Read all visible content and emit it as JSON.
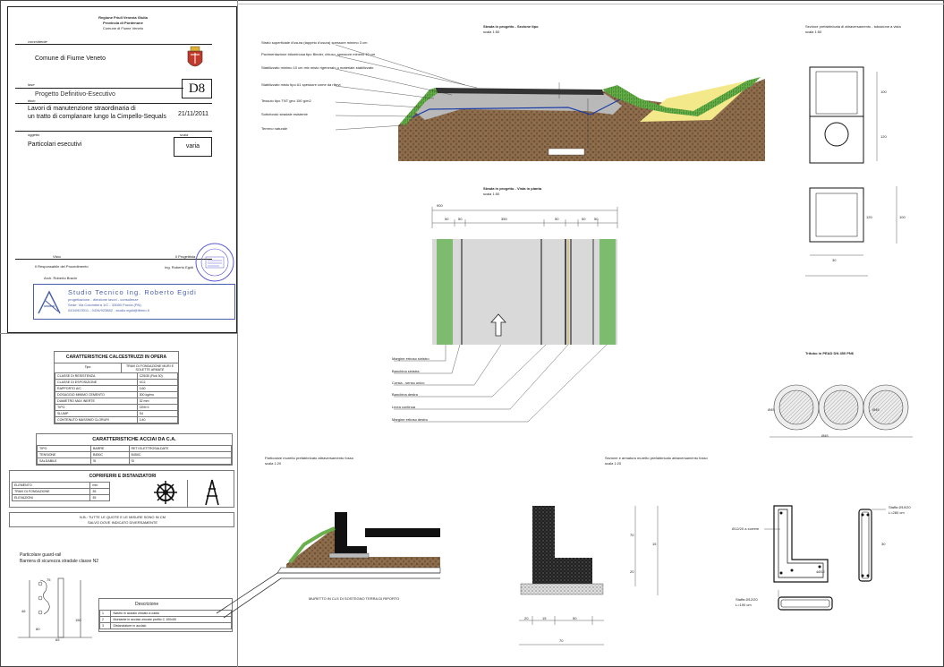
{
  "titleblock": {
    "region": "Regione Friuli Venezia Giulia",
    "province": "Provincia di Pordenone",
    "municipality_header": "Comune di Fiume Veneto",
    "client_label": "committente",
    "client": "Comune di Fiume Veneto",
    "phase_label": "fase",
    "phase": "Progetto Definitivo-Esecutivo",
    "sheet_no": "D8",
    "title_label": "titolo",
    "title_line1": "Lavori di manutenzione straordinaria di",
    "title_line2": "un tratto di complanare lungo la Cimpello-Sequals",
    "date": "21/11/2011",
    "object_label": "oggetto",
    "object": "Particolari esecutivi",
    "scale_label": "scala",
    "scale": "varia",
    "visa_label": "Visto",
    "designer_label": "Il Progettista",
    "rup_label": "Il Responsabile del Procedimento",
    "rup_name": "Arch. Roberto Bravin",
    "designer_name": "Ing. Roberto Egidi",
    "studio_name": "Studio Tecnico Ing. Roberto Egidi",
    "studio_line1": "progettazione - direzione lavori - consulenze",
    "studio_line2": "Sede: Via Colombera 1/C - 33080 Porcia (PN)",
    "studio_line3": "0434/923011 - 0434/923882 - studio.egidi@libero.it"
  },
  "section": {
    "title": "Strada in progetto - Sezione tipo",
    "scale": "scala 1:50",
    "labels": [
      "Strato superficiale d'usura (tappeto d'usura) spessore minimo 3 cm",
      "Pavimentazione bituminosa tipo Binder, chiuso, spessore minimo 10 cm",
      "Stabilizzato minimo 10 cm mix misto rigenerato o materiale stabilizzato",
      "Stabilizzato misto tipo A1 spessore come da rilievi",
      "Tessuto tipo TNT geo 150 g/m2",
      "Sottofondo stradale esistente",
      "Terreno naturale"
    ]
  },
  "plan": {
    "title": "Strada in progetto - Vista in pianta",
    "scale": "scala 1:50",
    "dims": [
      "900",
      "50",
      "50",
      "350",
      "50",
      "50",
      "50"
    ],
    "labels": [
      "Margine erboso sinistro",
      "Banchina sinistra",
      "Corsia - senso unico",
      "Banchina destra",
      "Linea continua",
      "Margine erboso destro"
    ]
  },
  "culvert": {
    "title": "Sezione prefabbricata di attraversamento - tubazione a vista",
    "scale": "scala 1:50",
    "dims": [
      "100",
      "120",
      "120",
      "100",
      "30"
    ]
  },
  "pipes": {
    "title": "Tritubo in PEAD DN 450 PN6",
    "dims": [
      "Ø45",
      "Ø45",
      "Ø45"
    ]
  },
  "concrete": {
    "title": "CARATTERISTICHE CALCESTRUZZI IN OPERA",
    "col_header": "TRAVI DI FONDAZIONE MURI E SOLETTE ARMATE",
    "col_name": "Tipo",
    "rows": [
      [
        "CLASSE DI RESISTENZA",
        "C25/30 (Rck 30)"
      ],
      [
        "CLASSE DI ESPOSIZIONE",
        "XC2"
      ],
      [
        "RAPPORTO A/C",
        "0,60"
      ],
      [
        "DOSAGGIO MINIMO CEMENTO",
        "300 kg/mc"
      ],
      [
        "DIAMETRO MAX INERTE",
        "32 mm"
      ],
      [
        "TIPO",
        "CEM II"
      ],
      [
        "SLUMP",
        "S4"
      ],
      [
        "CONTENUTO MASSIMO CLORURI",
        "0,40"
      ]
    ]
  },
  "steel": {
    "title": "CARATTERISTICHE ACCIAI DA C.A.",
    "headers": [
      "TIPO",
      "BARRE",
      "RETI ELETTROSALDATE"
    ],
    "rows": [
      [
        "TENSIONE",
        "B450C",
        "B450C"
      ],
      [
        "SALDABILE",
        "SI",
        "SI"
      ]
    ]
  },
  "covers": {
    "title": "COPRIFERRI E DISTANZIATORI",
    "rows": [
      [
        "ELEMENTO",
        "mm"
      ],
      [
        "TRAVI DI FONDAZIONE",
        "35"
      ],
      [
        "ELEVAZIONI",
        "35"
      ]
    ]
  },
  "note": {
    "line1": "N.B.: TUTTE LE QUOTE E LE MISURE SONO IN CM",
    "line2": "SALVO DOVE INDICATO DIVERSAMENTE"
  },
  "guardrail": {
    "title": "Particolare guard-rail",
    "subtitle": "Barriera di sicurezza stradale classe N2",
    "dims": [
      "75",
      "46",
      "150",
      "80",
      "65"
    ],
    "legend_title": "Descrizione",
    "legend": [
      [
        "1",
        "Nastro in acciaio zincato a caldo"
      ],
      [
        "2",
        "Montante in acciaio zincato profilo C 100x50"
      ],
      [
        "3",
        "Distanziatore in acciaio"
      ]
    ]
  },
  "wall": {
    "title": "Particolare muretto prefabbricato attraversamento fosso",
    "scale": "scala 1:20",
    "caption": "MURETTO IN CLS DI SOSTEGNO TERRA DI RIPORTO"
  },
  "reinforced": {
    "title": "Sezione e armatura muretto prefabbricato attraversamento fosso",
    "scale": "scala 1:20",
    "dims": [
      "70",
      "15",
      "20",
      "20",
      "15",
      "50",
      "70",
      "10"
    ],
    "labels": [
      "Staffa Ø10/20",
      "L=280 cm",
      "Ø12/20 a correre",
      "Staffa Ø12/20",
      "L=190 cm",
      "4Ø12",
      "30"
    ]
  },
  "colors": {
    "grass": "#6ab04c",
    "soil": "#8b6a4a",
    "asphalt": "#333333",
    "road": "#d9d9d9",
    "verge": "#7dbb6e",
    "yellow": "#f4e98a",
    "blue": "#1f3fa8"
  }
}
